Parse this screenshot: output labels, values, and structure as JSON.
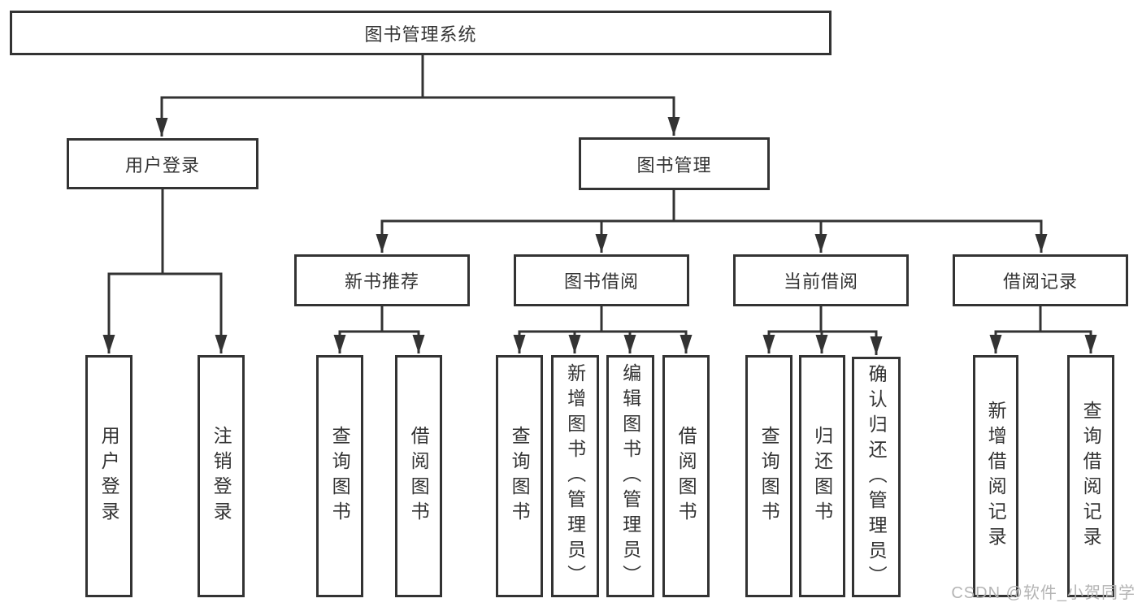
{
  "diagram": {
    "type": "hierarchy",
    "tree": {
      "root": {
        "label": "图书管理系统",
        "children": [
          {
            "label": "用户登录",
            "children": [
              {
                "label": "用户登录"
              },
              {
                "label": "注销登录"
              }
            ]
          },
          {
            "label": "图书管理",
            "children": [
              {
                "label": "新书推荐",
                "children": [
                  {
                    "label": "查询图书"
                  },
                  {
                    "label": "借阅图书"
                  }
                ]
              },
              {
                "label": "图书借阅",
                "children": [
                  {
                    "label": "查询图书"
                  },
                  {
                    "label": "新增图书（管理员）"
                  },
                  {
                    "label": "编辑图书（管理员）"
                  },
                  {
                    "label": "借阅图书"
                  }
                ]
              },
              {
                "label": "当前借阅",
                "children": [
                  {
                    "label": "查询图书"
                  },
                  {
                    "label": "归还图书"
                  },
                  {
                    "label": "确认归还（管理员）"
                  }
                ]
              },
              {
                "label": "借阅记录",
                "children": [
                  {
                    "label": "新增借阅记录"
                  },
                  {
                    "label": "查询借阅记录"
                  }
                ]
              }
            ]
          }
        ]
      }
    },
    "colors": {
      "line": "#333333",
      "box_border": "#333333",
      "box_background": "#ffffff",
      "text": "#333333",
      "watermark_text": "#b4b4b4"
    }
  },
  "watermark": {
    "text": "CSDN @软件_小贺同学"
  }
}
